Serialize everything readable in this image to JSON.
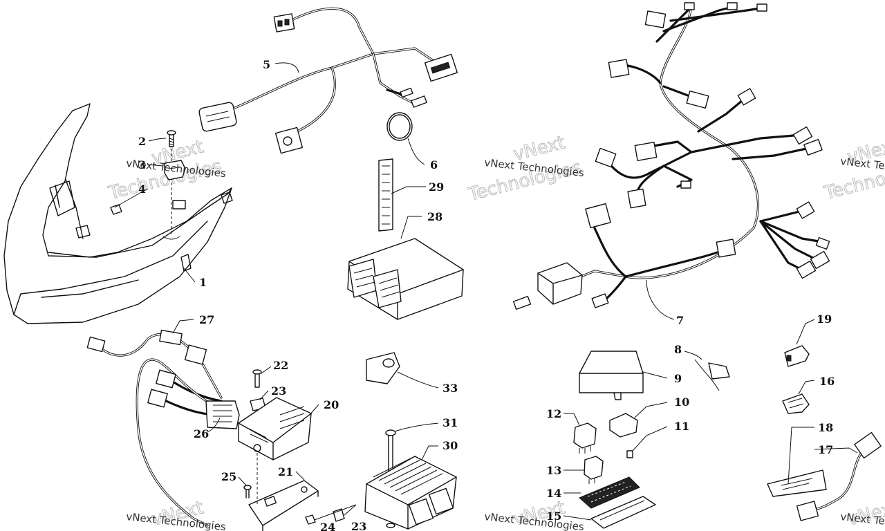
{
  "callouts": [
    "1",
    "2",
    "3",
    "4",
    "5",
    "6",
    "7",
    "8",
    "9",
    "10",
    "11",
    "12",
    "13",
    "14",
    "15",
    "16",
    "17",
    "18",
    "19",
    "20",
    "21",
    "22",
    "23",
    "24",
    "25",
    "26",
    "27",
    "28",
    "29",
    "30",
    "31",
    "33"
  ],
  "watermark": {
    "company": "vNext Technologies",
    "brand": "vNext",
    "word": "Technologies"
  },
  "colors": {
    "line": "#111111",
    "background": "#ffffff",
    "watermark": "#bbbbbb"
  }
}
